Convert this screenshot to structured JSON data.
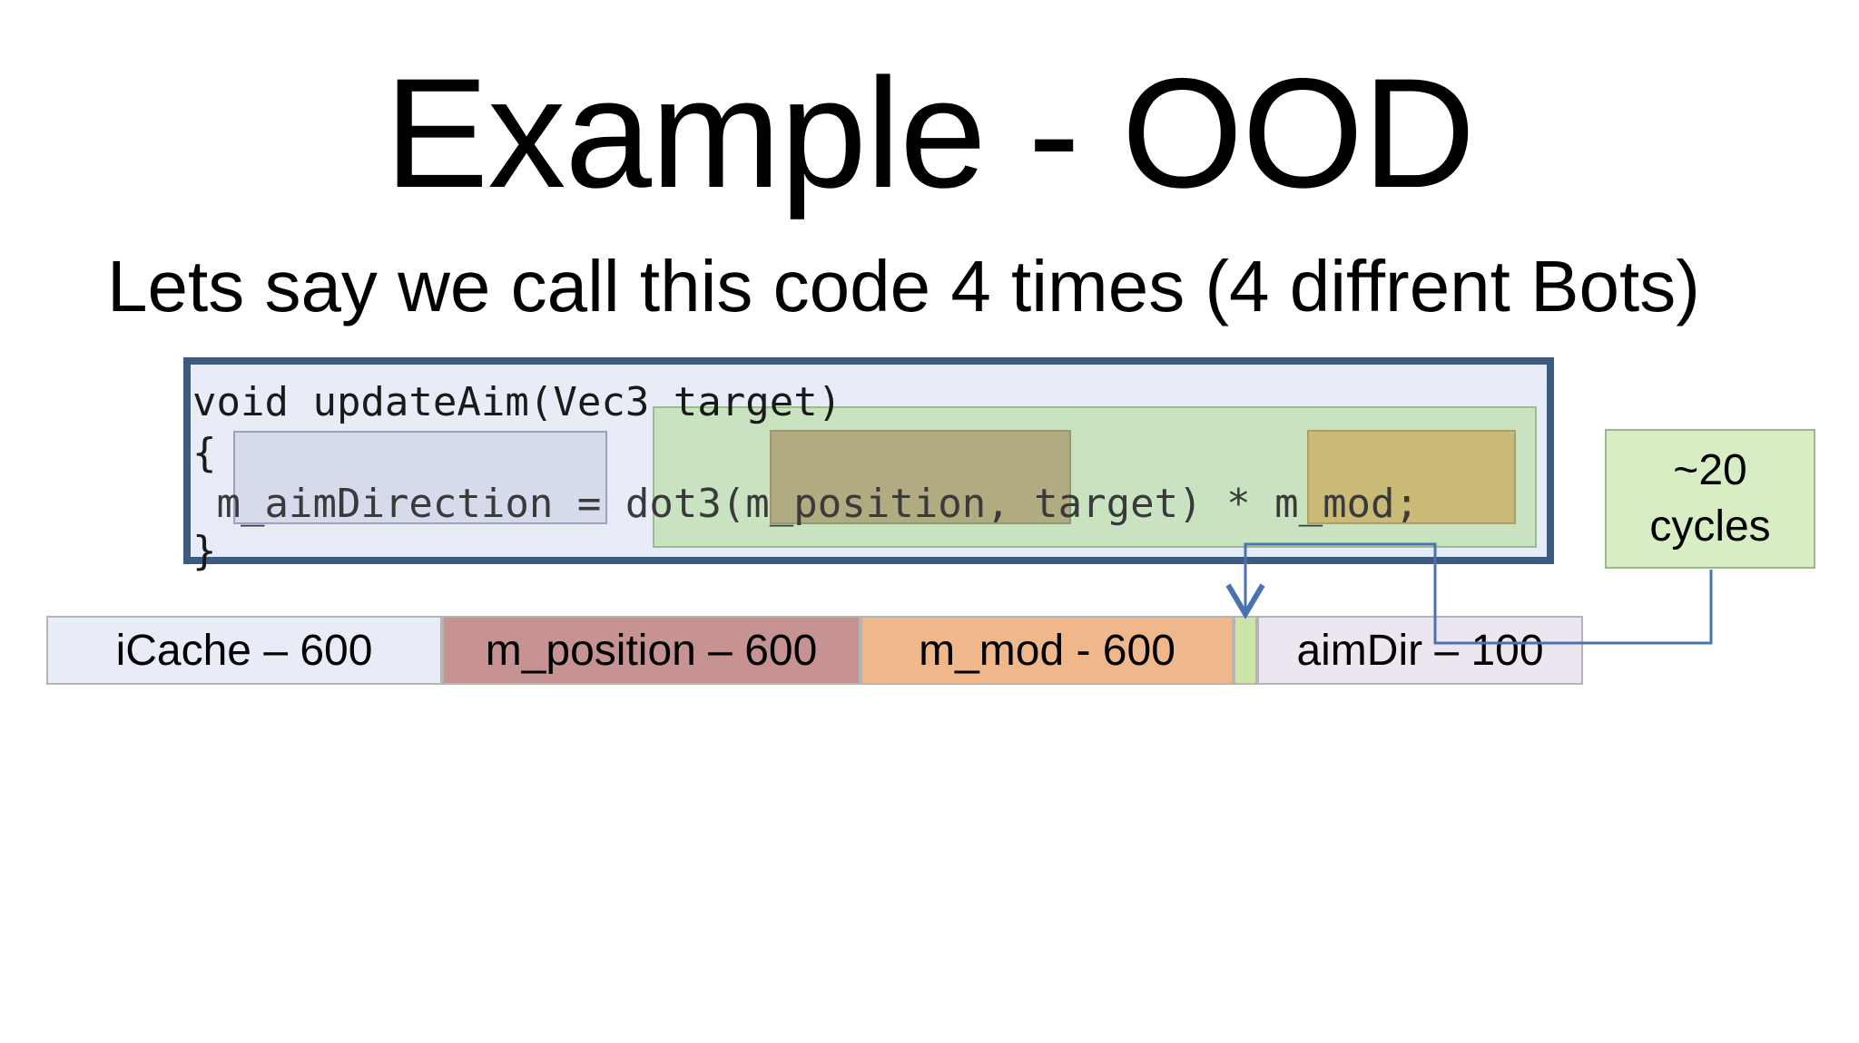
{
  "slide": {
    "title": "Example - OOD",
    "subtitle": "Lets say we call this code 4 times (4 diffrent Bots)"
  },
  "code": {
    "line1": "void updateAim(Vec3 target)",
    "line2": "{",
    "line3_lhs": "m_aimDirection",
    "line3_rest": " = dot3(m_position, target) * m_mod;",
    "line4": "}"
  },
  "callout": {
    "line1": "~20",
    "line2": "cycles"
  },
  "memory_bar": [
    {
      "label": "iCache – 600",
      "value": 600,
      "color": "#e8ecf7"
    },
    {
      "label": "m_position – 600",
      "value": 600,
      "color": "#c69292"
    },
    {
      "label": "m_mod - 600",
      "value": 600,
      "color": "#efb78a"
    },
    {
      "label": "",
      "value": 20,
      "color": "#cde4a8"
    },
    {
      "label": "aimDir – 100",
      "value": 100,
      "color": "#ebe6ef"
    }
  ],
  "colors": {
    "code_border": "#3d5a80",
    "code_background": "#e8ecf7",
    "arrow": "#4a72b0"
  }
}
